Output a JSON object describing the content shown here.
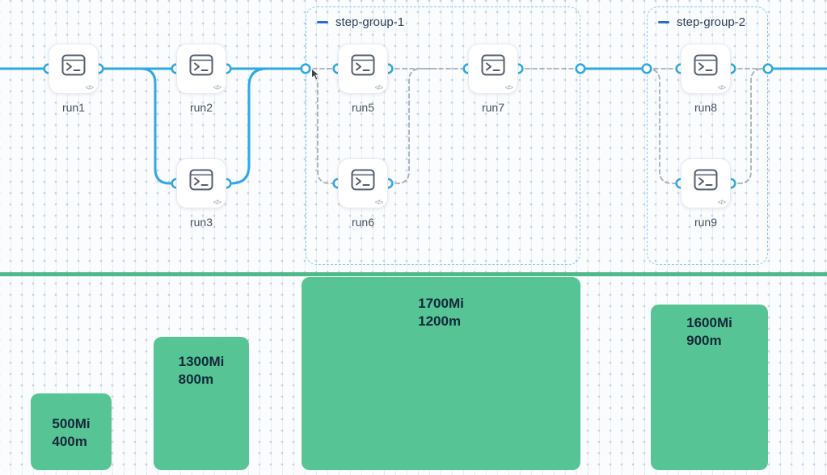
{
  "workflow": {
    "nodes": [
      {
        "id": "run1",
        "label": "run1"
      },
      {
        "id": "run2",
        "label": "run2"
      },
      {
        "id": "run3",
        "label": "run3"
      },
      {
        "id": "run5",
        "label": "run5"
      },
      {
        "id": "run6",
        "label": "run6"
      },
      {
        "id": "run7",
        "label": "run7"
      },
      {
        "id": "run8",
        "label": "run8"
      },
      {
        "id": "run9",
        "label": "run9"
      }
    ],
    "groups": [
      {
        "label": "step-group-1"
      },
      {
        "label": "step-group-2"
      }
    ],
    "node_icon": "terminal-icon",
    "node_badge_glyph": "</>",
    "edges": [
      {
        "from": "start",
        "to": "run1"
      },
      {
        "from": "run1",
        "to": "run2"
      },
      {
        "from": "run1",
        "to": "run3"
      },
      {
        "from": "run2",
        "to": "step-group-1"
      },
      {
        "from": "run3",
        "to": "step-group-1"
      },
      {
        "from": "step-group-1-in",
        "to": "run5"
      },
      {
        "from": "step-group-1-in",
        "to": "run6"
      },
      {
        "from": "run5",
        "to": "run7"
      },
      {
        "from": "run6",
        "to": "run7"
      },
      {
        "from": "run7",
        "to": "step-group-1-out"
      },
      {
        "from": "step-group-1",
        "to": "step-group-2"
      },
      {
        "from": "step-group-2-in",
        "to": "run8"
      },
      {
        "from": "step-group-2-in",
        "to": "run9"
      },
      {
        "from": "run8",
        "to": "step-group-2-out"
      },
      {
        "from": "run9",
        "to": "step-group-2-out"
      }
    ]
  },
  "resources": {
    "bars": [
      {
        "memory": "500Mi",
        "cpu": "400m",
        "under": "run1"
      },
      {
        "memory": "1300Mi",
        "cpu": "800m",
        "under": "run2/run3"
      },
      {
        "memory": "1700Mi",
        "cpu": "1200m",
        "under": "step-group-1"
      },
      {
        "memory": "1600Mi",
        "cpu": "900m",
        "under": "step-group-2"
      }
    ]
  },
  "colors": {
    "edge_blue": "#2fa9e3",
    "edge_gray": "#a6aeb9",
    "group_border": "#84caf0",
    "group_dash": "#2e6bd0",
    "bar_green": "#57c495",
    "divider_green": "#50b98a",
    "bar_text": "#14293a",
    "node_icon_stroke": "#545e70"
  }
}
